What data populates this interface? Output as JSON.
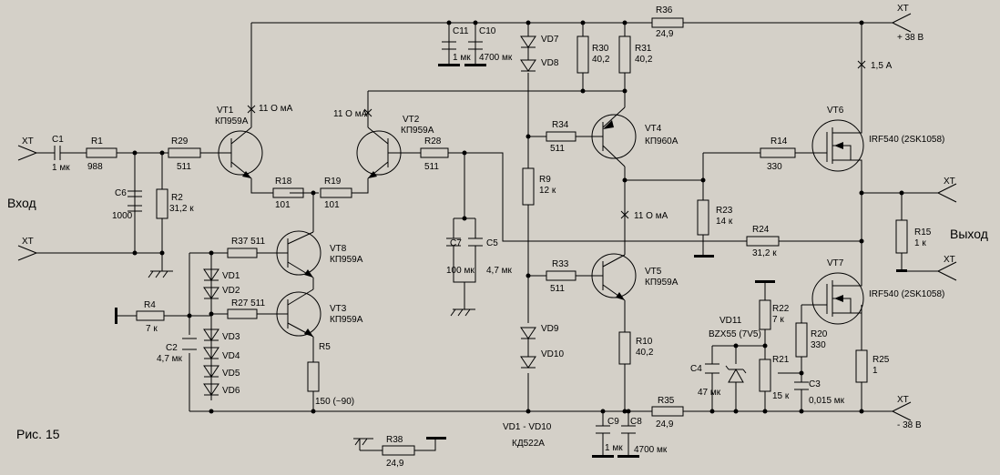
{
  "figure_label": "Рис. 15",
  "ports": {
    "input": "Вход",
    "output": "Выход",
    "xt": "XT",
    "plus_supply": "+ 38 В",
    "minus_supply": "- 38 В"
  },
  "currents": {
    "vt1": "11 О мА",
    "vt2": "11 О мА",
    "vt4": "11 О мА",
    "vt6": "1,5 А"
  },
  "resistors": {
    "r1": {
      "name": "R1",
      "value": "988"
    },
    "r2": {
      "name": "R2",
      "value": "31,2 к"
    },
    "r29": {
      "name": "R29",
      "value": "511"
    },
    "r18": {
      "name": "R18",
      "value": "101"
    },
    "r19": {
      "name": "R19",
      "value": "101"
    },
    "r28": {
      "name": "R28",
      "value": "511"
    },
    "r37": {
      "name": "R37 511"
    },
    "r27": {
      "name": "R27 511"
    },
    "r4": {
      "name": "R4",
      "value": "7 к"
    },
    "r5": {
      "name": "R5",
      "value": "150 (~90)"
    },
    "r9": {
      "name": "R9",
      "value": "12 к"
    },
    "r30": {
      "name": "R30",
      "value": "40,2"
    },
    "r31": {
      "name": "R31",
      "value": "40,2"
    },
    "r34": {
      "name": "R34",
      "value": "511"
    },
    "r33": {
      "name": "R33",
      "value": "511"
    },
    "r10": {
      "name": "R10",
      "value": "40,2"
    },
    "r36": {
      "name": "R36",
      "value": "24,9"
    },
    "r35": {
      "name": "R35",
      "value": "24,9"
    },
    "r38": {
      "name": "R38",
      "value": "24,9"
    },
    "r14": {
      "name": "R14",
      "value": "330"
    },
    "r23": {
      "name": "R23",
      "value": "14 к"
    },
    "r24": {
      "name": "R24",
      "value": "31,2 к"
    },
    "r15": {
      "name": "R15",
      "value": "1 к"
    },
    "r22": {
      "name": "R22",
      "value": "7 к"
    },
    "r21": {
      "name": "R21",
      "value": "15 к"
    },
    "r20": {
      "name": "R20",
      "value": "330"
    },
    "r25": {
      "name": "R25",
      "value": "1"
    }
  },
  "capacitors": {
    "c1": {
      "name": "C1",
      "value": "1 мк"
    },
    "c6": {
      "name": "C6",
      "value": "1000"
    },
    "c2": {
      "name": "C2",
      "value": "4,7 мк"
    },
    "c11": {
      "name": "C11",
      "value": "1 мк"
    },
    "c10": {
      "name": "C10",
      "value": "4700 мк"
    },
    "c7": {
      "name": "C7",
      "value": "100 мк"
    },
    "c5": {
      "name": "C5",
      "value": "4,7 мк"
    },
    "c4": {
      "name": "C4",
      "value": "47 мк"
    },
    "c3": {
      "name": "C3",
      "value": "0,015 мк"
    },
    "c9": {
      "name": "C9",
      "value": "1 мк"
    },
    "c8": {
      "name": "C8",
      "value": "4700 мк"
    }
  },
  "transistors": {
    "vt1": {
      "name": "VT1",
      "type": "КП959А"
    },
    "vt2": {
      "name": "VT2",
      "type": "КП959А"
    },
    "vt8": {
      "name": "VT8",
      "type": "КП959А"
    },
    "vt3": {
      "name": "VT3",
      "type": "КП959А"
    },
    "vt4": {
      "name": "VT4",
      "type": "КП960А"
    },
    "vt5": {
      "name": "VT5",
      "type": "КП959А"
    },
    "vt6": {
      "name": "VT6",
      "type": "IRF540 (2SK1058)"
    },
    "vt7": {
      "name": "VT7",
      "type": "IRF540 (2SK1058)"
    }
  },
  "diodes": {
    "vd1": "VD1",
    "vd2": "VD2",
    "vd3": "VD3",
    "vd4": "VD4",
    "vd5": "VD5",
    "vd6": "VD6",
    "vd7": "VD7",
    "vd8": "VD8",
    "vd9": "VD9",
    "vd10": "VD10",
    "vd11": {
      "name": "VD11",
      "type": "BZX55 (7V5)"
    },
    "note_range": "VD1 - VD10",
    "note_type": "КД522А"
  },
  "colors": {
    "background": "#d4d0c8",
    "ink": "#000000"
  }
}
